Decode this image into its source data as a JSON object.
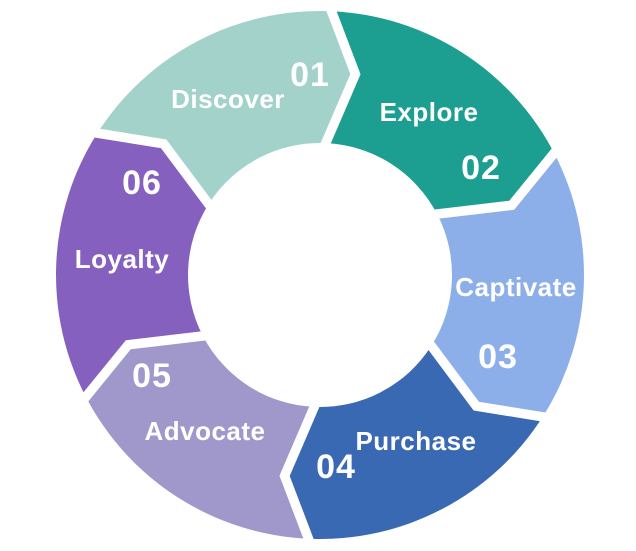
{
  "diagram": {
    "type": "cycle",
    "description": "Six-step circular chevron cycle diagram with clockwise arrows",
    "background_color": "#FFFFFF",
    "separator_color": "#FFFFFF",
    "text_color": "#FFFFFF",
    "segments": [
      {
        "number": "01",
        "label": "Discover",
        "color": "#A3D2CB"
      },
      {
        "number": "02",
        "label": "Explore",
        "color": "#1C9E90"
      },
      {
        "number": "03",
        "label": "Captivate",
        "color": "#8DAFE9"
      },
      {
        "number": "04",
        "label": "Purchase",
        "color": "#3A69B4"
      },
      {
        "number": "05",
        "label": "Advocate",
        "color": "#A097CB"
      },
      {
        "number": "06",
        "label": "Loyalty",
        "color": "#8560BE"
      }
    ]
  }
}
